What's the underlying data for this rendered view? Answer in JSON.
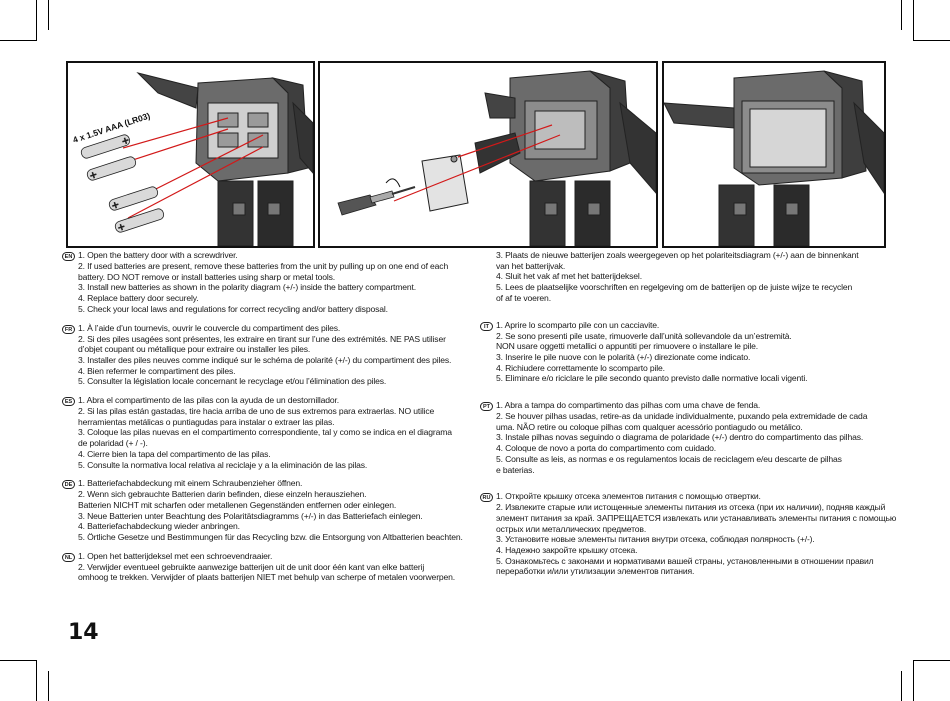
{
  "page_number": "14",
  "figure1": {
    "battery_label": "4 x 1.5V AAA (LR03)"
  },
  "left_column": [
    {
      "code": "EN",
      "lines": [
        "1. Open the battery door with a screwdriver.",
        "2. If used batteries are present, remove these batteries from the unit by pulling up on one end of each",
        "battery. DO NOT remove or install batteries using sharp or metal tools.",
        "3. Install new batteries as shown in the polarity diagram (+/-) inside the battery compartment.",
        "4. Replace battery door securely.",
        "5. Check your local laws and regulations for correct recycling and/or battery disposal."
      ]
    },
    {
      "code": "FR",
      "lines": [
        "1. À l’aide d’un tournevis, ouvrir le couvercle du compartiment des piles.",
        "2. Si des piles usagées sont présentes, les extraire en tirant sur l’une des extrémités. NE PAS utiliser",
        "d’objet coupant ou métallique pour extraire ou installer les piles.",
        "3. Installer des piles neuves comme indiqué sur le schéma de polarité (+/-) du compartiment des piles.",
        "4. Bien refermer le compartiment des piles.",
        "5. Consulter la législation locale concernant le recyclage et/ou l’élimination des piles."
      ]
    },
    {
      "code": "ES",
      "lines": [
        "1. Abra el compartimento de las pilas con la ayuda de un destornillador.",
        "2. Si las pilas están gastadas, tire hacia arriba de uno de sus extremos para extraerlas. NO utilice",
        "herramientas metálicas o puntiagudas para instalar o extraer las pilas.",
        "3. Coloque las pilas nuevas en el compartimento correspondiente, tal y como se indica en el diagrama",
        "de polaridad (+ / -).",
        "4. Cierre bien la tapa del compartimento de las pilas.",
        "5. Consulte la normativa local relativa al reciclaje y a la eliminación de las pilas."
      ]
    },
    {
      "code": "DE",
      "lines": [
        "1. Batteriefachabdeckung mit einem Schraubenzieher öffnen.",
        "2. Wenn sich gebrauchte Batterien darin befinden, diese einzeln herausziehen.",
        "Batterien NICHT mit scharfen oder metallenen Gegenständen entfernen oder einlegen.",
        "3. Neue Batterien unter Beachtung des Polaritätsdiagramms (+/-) in das Batteriefach einlegen.",
        "4. Batteriefachabdeckung wieder anbringen.",
        "5. Örtliche Gesetze und Bestimmungen für das Recycling bzw. die Entsorgung von Altbatterien beachten."
      ]
    },
    {
      "code": "NL",
      "lines": [
        "1. Open het batterijdeksel met een schroevendraaier.",
        "2. Verwijder eventueel gebruikte aanwezige batterijen uit de unit door één kant van elke batterij",
        "omhoog te trekken. Verwijder of plaats batterijen NIET met behulp van scherpe of metalen voorwerpen."
      ]
    }
  ],
  "right_column": [
    {
      "code": "",
      "lines": [
        "3. Plaats de nieuwe batterijen zoals weergegeven op het polariteitsdiagram (+/-) aan de binnenkant",
        "van het batterijvak.",
        "4. Sluit het vak af met het batterijdeksel.",
        "5. Lees de plaatselijke voorschriften en regelgeving om de batterijen op de juiste wijze te recyclen",
        "of af te voeren."
      ]
    },
    {
      "code": "IT",
      "lines": [
        "1. Aprire lo scomparto pile con un cacciavite.",
        "2. Se sono presenti pile usate, rimuoverle dall’unità sollevandole da un’estremità.",
        "NON usare oggetti metallici o appuntiti per rimuovere o installare le pile.",
        "3. Inserire le pile nuove con le polarità (+/-) direzionate come indicato.",
        "4. Richiudere correttamente lo scomparto pile.",
        "5. Eliminare e/o riciclare le pile secondo quanto previsto dalle normative locali vigenti."
      ]
    },
    {
      "code": "PT",
      "lines": [
        "1. Abra a tampa do compartimento das pilhas com uma chave de fenda.",
        "2. Se houver pilhas usadas, retire-as da unidade individualmente, puxando pela extremidade de cada",
        "uma. NÃO retire ou coloque pilhas com qualquer acessório pontiagudo ou metálico.",
        "3. Instale pilhas novas seguindo o diagrama de polaridade (+/-) dentro do compartimento das pilhas.",
        "4. Coloque de novo a porta do compartimento com cuidado.",
        "5. Consulte as leis, as normas e os regulamentos locais de reciclagem e/eu descarte de pilhas",
        "e baterias."
      ]
    },
    {
      "code": "RU",
      "lines": [
        "1. Откройте крышку отсека элементов питания с помощью отвертки.",
        "2. Извлеките старые или истощенные элементы питания из отсека (при их наличии), подняв каждый",
        "элемент питания за край. ЗАПРЕЩАЕТСЯ извлекать или устанавливать элементы питания с помощью",
        "острых или металлических предметов.",
        "3. Установите новые элементы питания внутри отсека, соблюдая полярность (+/-).",
        "4. Надежно закройте крышку отсека.",
        "5. Ознакомьтесь с законами и нормативами вашей страны, установленными в отношении правил",
        "переработки и/или утилизации элементов питания."
      ]
    }
  ]
}
